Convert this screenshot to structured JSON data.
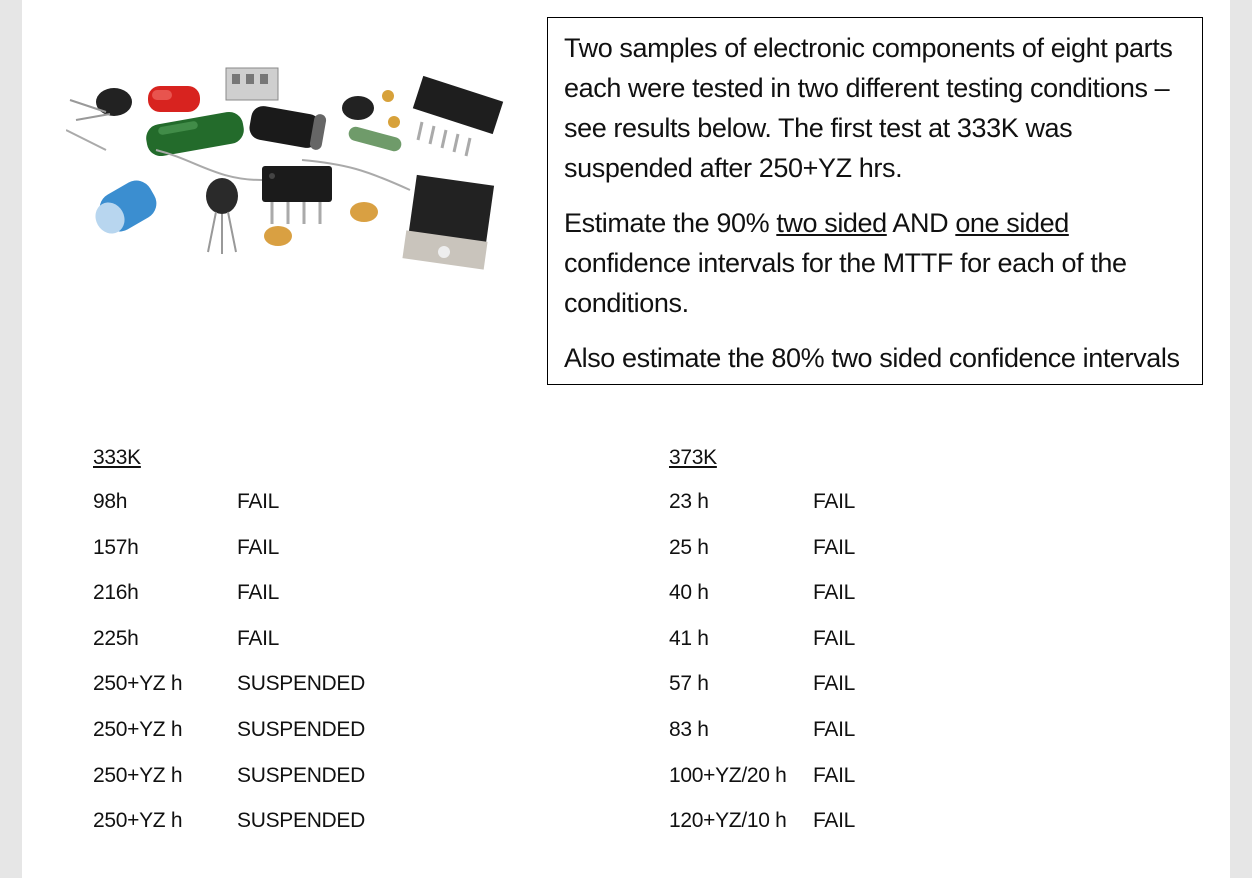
{
  "problem": {
    "paragraph1": "Two samples of electronic components of eight parts each were tested in two different testing conditions – see results below. The first test at 333K was suspended after 250+YZ hrs.",
    "paragraph2_a": "Estimate the 90% ",
    "paragraph2_u1": "two sided",
    "paragraph2_b": " AND ",
    "paragraph2_u2": "one sided",
    "paragraph2_c": " confidence intervals for the MTTF for each of the conditions.",
    "paragraph3": "Also estimate the 80% two sided confidence intervals"
  },
  "table_333": {
    "header": "333K",
    "rows": [
      {
        "time": "98h",
        "status": "FAIL"
      },
      {
        "time": "157h",
        "status": "FAIL"
      },
      {
        "time": "216h",
        "status": "FAIL"
      },
      {
        "time": "225h",
        "status": "FAIL"
      },
      {
        "time": "250+YZ h",
        "status": "SUSPENDED"
      },
      {
        "time": "250+YZ h",
        "status": "SUSPENDED"
      },
      {
        "time": "250+YZ h",
        "status": "SUSPENDED"
      },
      {
        "time": "250+YZ h",
        "status": "SUSPENDED"
      }
    ]
  },
  "table_373": {
    "header": "373K",
    "rows": [
      {
        "time": "23 h",
        "status": "FAIL"
      },
      {
        "time": "25 h",
        "status": "FAIL"
      },
      {
        "time": "40 h",
        "status": "FAIL"
      },
      {
        "time": "41 h",
        "status": "FAIL"
      },
      {
        "time": "57 h",
        "status": "FAIL"
      },
      {
        "time": "83 h",
        "status": "FAIL"
      },
      {
        "time": "100+YZ/20 h",
        "status": "FAIL"
      },
      {
        "time": "120+YZ/10 h",
        "status": "FAIL"
      }
    ]
  }
}
